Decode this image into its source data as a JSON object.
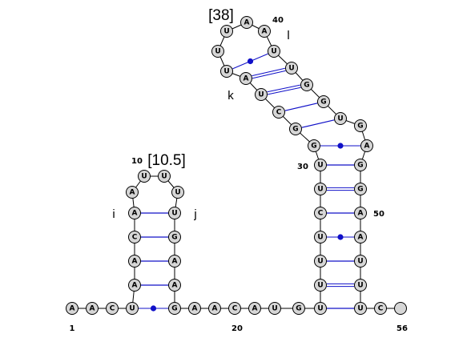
{
  "sequence": "AACUAACAAUUUUGAAGAACAUGUUUUCUUGGCUAUUUAAUUGGUGAGGAAUUUC",
  "energy_labels": [
    {
      "id": "hairpin-1-energy",
      "text": "[10.5]"
    },
    {
      "id": "hairpin-2-energy",
      "text": "[38]"
    }
  ],
  "helix_labels": [
    "i",
    "j",
    "k",
    "l"
  ],
  "position_labels": [
    "1",
    "10",
    "20",
    "30",
    "40",
    "50",
    "56"
  ],
  "pair_colors": {
    "canonical": "#1010c8",
    "wobble_dot": "#1010c8"
  }
}
